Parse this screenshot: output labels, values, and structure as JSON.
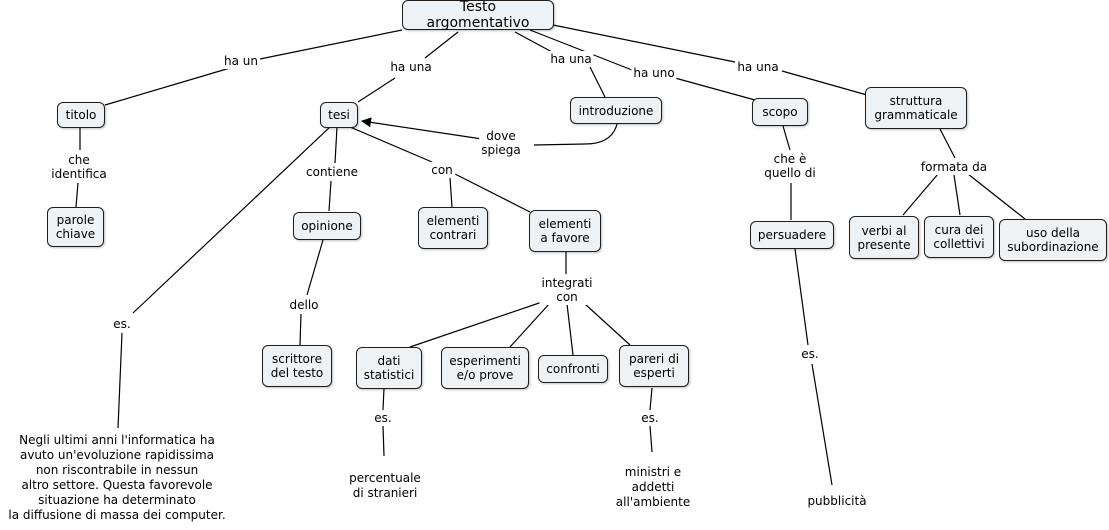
{
  "map": {
    "title": "Testo argomentativo",
    "nodes": {
      "root": "Testo argomentativo",
      "titolo": "titolo",
      "parole_chiave": "parole\nchiave",
      "tesi": "tesi",
      "opinione": "opinione",
      "scrittore": "scrittore\ndel testo",
      "elementi_contrari": "elementi\ncontrari",
      "elementi_favore": "elementi\na favore",
      "dati_statistici": "dati\nstatistici",
      "esperimenti": "esperimenti\ne/o prove",
      "confronti": "confronti",
      "pareri": "pareri di\nesperti",
      "introduzione": "introduzione",
      "scopo": "scopo",
      "persuadere": "persuadere",
      "struttura": "struttura\ngrammaticale",
      "verbi": "verbi al\npresente",
      "cura": "cura dei\ncollettivi",
      "uso": "uso della\nsubordinazione"
    },
    "links": {
      "ha_un": "ha un",
      "ha_una_tesi": "ha una",
      "ha_una_intro": "ha una",
      "ha_uno": "ha uno",
      "ha_una_struttura": "ha una",
      "che_identifica": "che\nidentifica",
      "contiene": "contiene",
      "con": "con",
      "dello": "dello",
      "dove_spiega": "dove\nspiega",
      "integrati_con": "integrati\ncon",
      "che_e_quello_di": "che è\nquello di",
      "formata_da": "formata da",
      "es_tesi": "es.",
      "es_dati": "es.",
      "es_pareri": "es.",
      "es_persuadere": "es."
    },
    "examples": {
      "tesi_example": "Negli ultimi anni l'informatica ha\navuto un'evoluzione rapidissima\nnon riscontrabile in nessun\naltro settore. Questa favorevole\nsituazione ha determinato\nla diffusione di massa dei computer.",
      "dati_example": "percentuale\ndi stranieri",
      "pareri_example": "ministri e\naddetti\nall'ambiente",
      "persuadere_example": "pubblicità"
    }
  }
}
